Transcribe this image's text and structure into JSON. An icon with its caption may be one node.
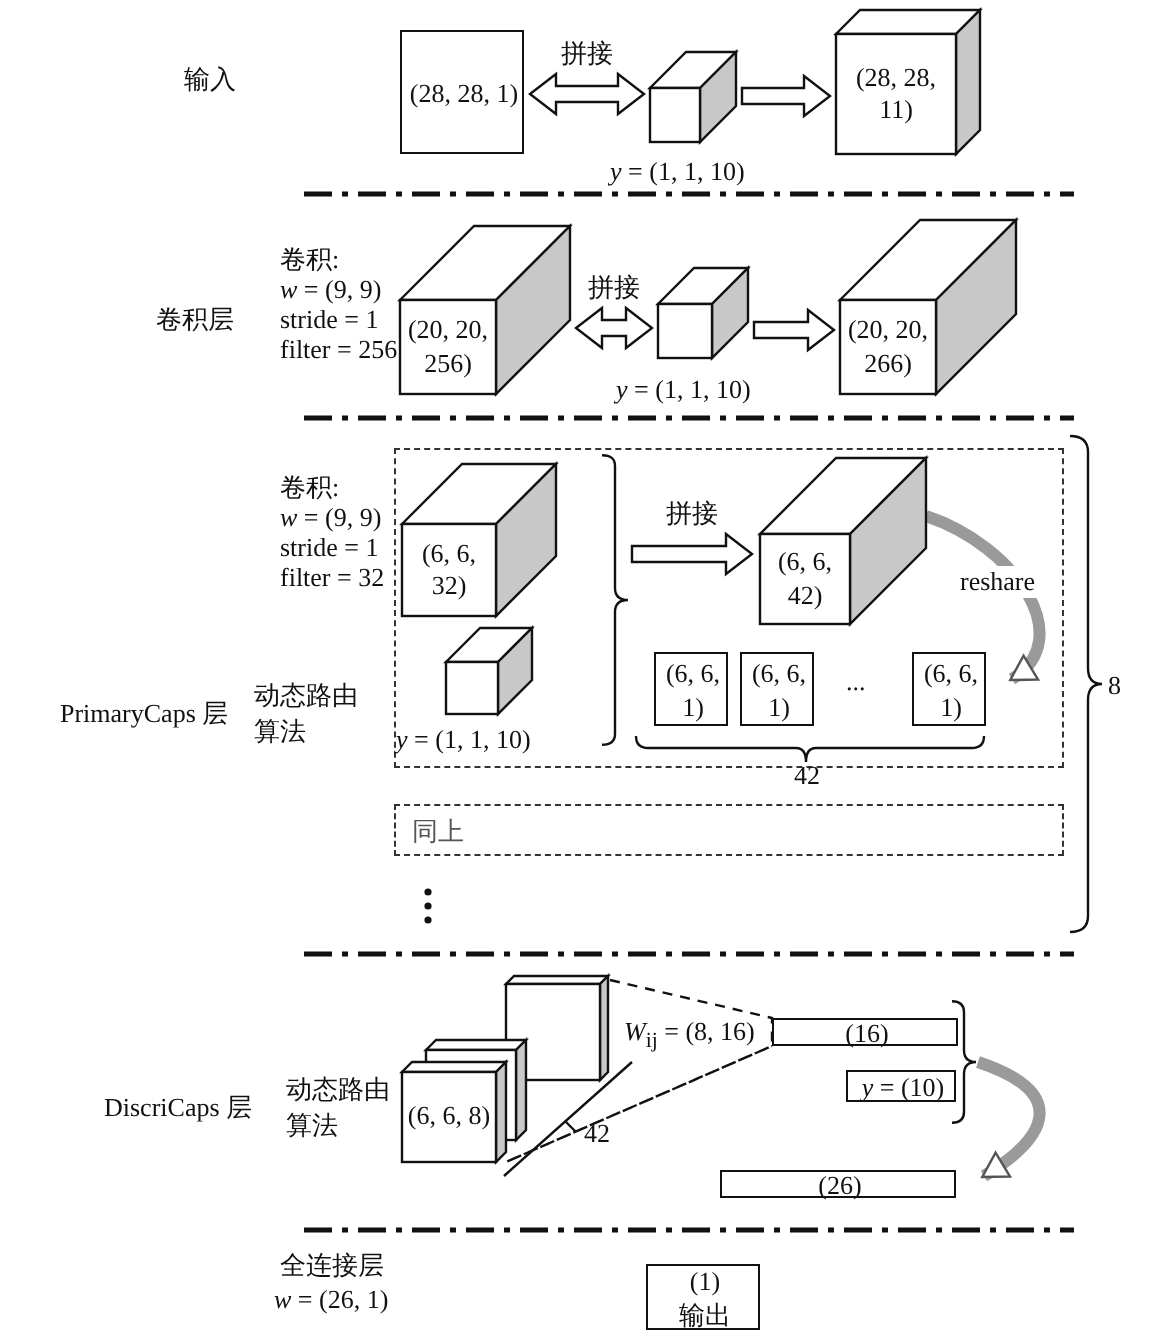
{
  "diagram": {
    "nodes": [
      {
        "text": [
          "(28, 28, 1)"
        ]
      },
      {
        "text": [],
        "shape": "cube",
        "beside": [
          "*y* = (1, 1, 10)"
        ]
      },
      {
        "text": [
          "(28, 28, 11)"
        ]
      },
      {
        "text": [
          "(20, 20, 256)"
        ]
      },
      {
        "text": [],
        "shape": "cube",
        "beside": [
          "*y* = (1, 1, 10)"
        ]
      },
      {
        "text": [
          "(20, 20, 266)"
        ]
      },
      {
        "text": [],
        "shape": "box"
      },
      {
        "text": [
          "(6, 6, 32)"
        ],
        "in": 6
      },
      {
        "text": [],
        "shape": "cube",
        "in": 6,
        "beside": [
          "*y* = (1, 1, 10)"
        ]
      },
      {
        "text": [
          "(6, 6, 42)"
        ],
        "in": 6
      },
      {
        "text": [
          "(6, 6, 1)"
        ],
        "in": 6
      },
      {
        "text": [
          "(6, 6, 1)"
        ],
        "in": 6
      },
      {
        "text": [
          "(6, 6, 1)"
        ],
        "in": 6
      },
      {
        "text": [
          "同上"
        ]
      },
      {
        "text": [
          "(6, 6, 8)"
        ]
      },
      {
        "text": [
          "(16)"
        ]
      },
      {
        "text": [
          "*y* = (10)"
        ]
      },
      {
        "text": [
          "(26)"
        ]
      },
      {
        "text": [
          "(1)",
          "输出"
        ]
      },
      {
        "text": [],
        "shape": "brace",
        "in": 6
      },
      {
        "text": [],
        "shape": "brace"
      }
    ],
    "edges": [
      {
        "from": 0,
        "to": 1,
        "arrow": "both",
        "label": "拼接"
      },
      {
        "from": 1,
        "to": 2,
        "arrow": "to"
      },
      {
        "from": 3,
        "to": 4,
        "arrow": "both",
        "label": "拼接"
      },
      {
        "from": 4,
        "to": 5,
        "arrow": "to"
      },
      {
        "from": 19,
        "to": 9,
        "arrow": "to",
        "label": "拼接"
      },
      {
        "from": 9,
        "to": 12,
        "arrow": "to",
        "label": "reshare",
        "color": "#9a9a9a"
      },
      {
        "from": 14,
        "to": 15,
        "arrow": "none",
        "style": "dashed",
        "color": "#111111"
      },
      {
        "from": 20,
        "to": 17,
        "arrow": "to",
        "color": "#9a9a9a"
      }
    ],
    "labels": [
      "输入",
      "卷积层",
      "卷积:",
      "*w* = (9, 9)",
      "stride = 1",
      "filter = 256",
      "卷积:",
      "*w* = (9, 9)",
      "stride = 1",
      "filter = 32",
      "PrimaryCaps 层",
      "动态路由算法",
      "...",
      "42",
      "8",
      "DiscriCaps 层",
      "动态路由算法",
      "*W*$_{ij}$ = (8, 16)",
      "42",
      "全连接层",
      "*w* = (26, 1)"
    ]
  }
}
